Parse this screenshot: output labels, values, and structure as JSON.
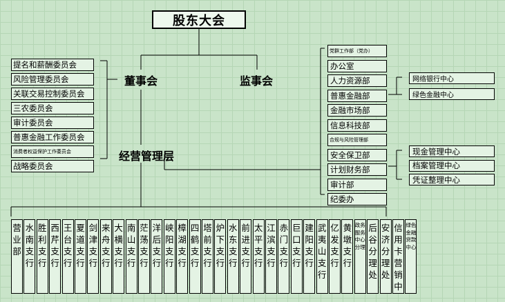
{
  "top": {
    "title": "股东大会"
  },
  "board": {
    "label": "董事会"
  },
  "supervisors": {
    "label": "监事会"
  },
  "management": {
    "label": "经营管理层"
  },
  "committees": [
    "提名和薪酬委员会",
    "风险管理委员会",
    "关联交易控制委员会",
    "三农委员会",
    "审计委员会",
    "普惠金融工作委员会",
    "消费者权益保护工作委员会",
    "战略委员会"
  ],
  "departments": [
    "党群工作部（党办）",
    "办公室",
    "人力资源部",
    "普惠金融部",
    "金融市场部",
    "信息科技部",
    "合规与风险管理部",
    "安全保卫部",
    "计划财务部",
    "审计部",
    "纪委办"
  ],
  "finance_centers": [
    "网络银行中心",
    "绿色金融中心"
  ],
  "planning_centers": [
    "现金管理中心",
    "档案管理中心",
    "凭证整理中心"
  ],
  "branches": [
    "营业部",
    "水南支行",
    "胜利支行",
    "西芹支行",
    "王台支行",
    "夏道支行",
    "剑津支行",
    "来舟支行",
    "大横支行",
    "南山支行",
    "茫荡支行",
    "洋后支行",
    "峡阳支行",
    "樟湖支行",
    "四鹤支行",
    "塔前支行",
    "炉下支行",
    "水东支行",
    "前进支行",
    "太平支行",
    "江滨支行",
    "赤门支行",
    "巨口支行",
    "建阳支行",
    "武夷山支行",
    "亿发支行",
    "黄墩支行",
    "政务服务中心分理",
    "后谷分理处",
    "安济分理处",
    "信用卡营销中心",
    "绿色金融贷款中心"
  ]
}
